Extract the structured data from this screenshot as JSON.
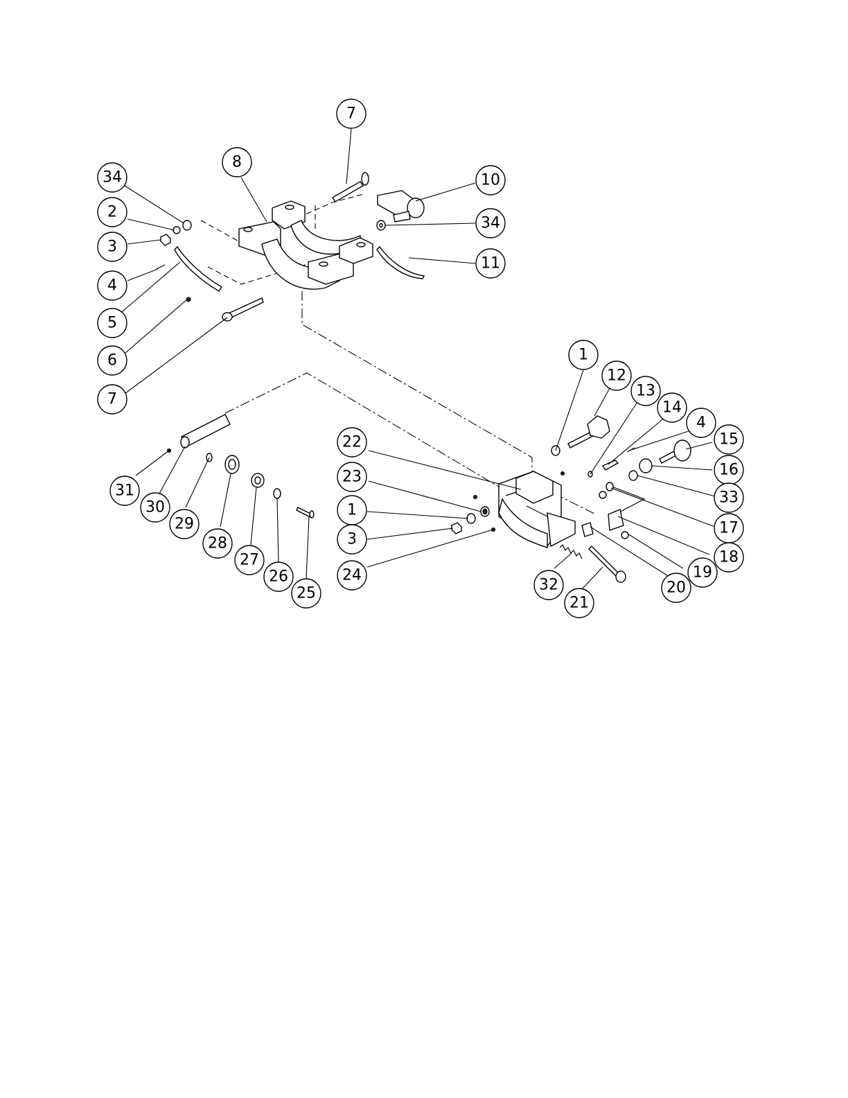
{
  "diagram": {
    "callouts": [
      {
        "id": "c-7-top",
        "label": "7"
      },
      {
        "id": "c-8",
        "label": "8"
      },
      {
        "id": "c-34-left",
        "label": "34"
      },
      {
        "id": "c-2",
        "label": "2"
      },
      {
        "id": "c-3-left",
        "label": "3"
      },
      {
        "id": "c-4-left",
        "label": "4"
      },
      {
        "id": "c-5",
        "label": "5"
      },
      {
        "id": "c-6",
        "label": "6"
      },
      {
        "id": "c-7-bottom",
        "label": "7"
      },
      {
        "id": "c-10",
        "label": "10"
      },
      {
        "id": "c-34-right",
        "label": "34"
      },
      {
        "id": "c-11",
        "label": "11"
      },
      {
        "id": "c-1-top",
        "label": "1"
      },
      {
        "id": "c-12",
        "label": "12"
      },
      {
        "id": "c-13",
        "label": "13"
      },
      {
        "id": "c-14",
        "label": "14"
      },
      {
        "id": "c-4-right",
        "label": "4"
      },
      {
        "id": "c-15",
        "label": "15"
      },
      {
        "id": "c-16",
        "label": "16"
      },
      {
        "id": "c-33",
        "label": "33"
      },
      {
        "id": "c-17",
        "label": "17"
      },
      {
        "id": "c-18",
        "label": "18"
      },
      {
        "id": "c-19",
        "label": "19"
      },
      {
        "id": "c-20",
        "label": "20"
      },
      {
        "id": "c-21",
        "label": "21"
      },
      {
        "id": "c-32",
        "label": "32"
      },
      {
        "id": "c-22",
        "label": "22"
      },
      {
        "id": "c-23",
        "label": "23"
      },
      {
        "id": "c-1-mid",
        "label": "1"
      },
      {
        "id": "c-3-mid",
        "label": "3"
      },
      {
        "id": "c-24",
        "label": "24"
      },
      {
        "id": "c-31",
        "label": "31"
      },
      {
        "id": "c-30",
        "label": "30"
      },
      {
        "id": "c-29",
        "label": "29"
      },
      {
        "id": "c-28",
        "label": "28"
      },
      {
        "id": "c-27",
        "label": "27"
      },
      {
        "id": "c-26",
        "label": "26"
      },
      {
        "id": "c-25",
        "label": "25"
      }
    ]
  }
}
